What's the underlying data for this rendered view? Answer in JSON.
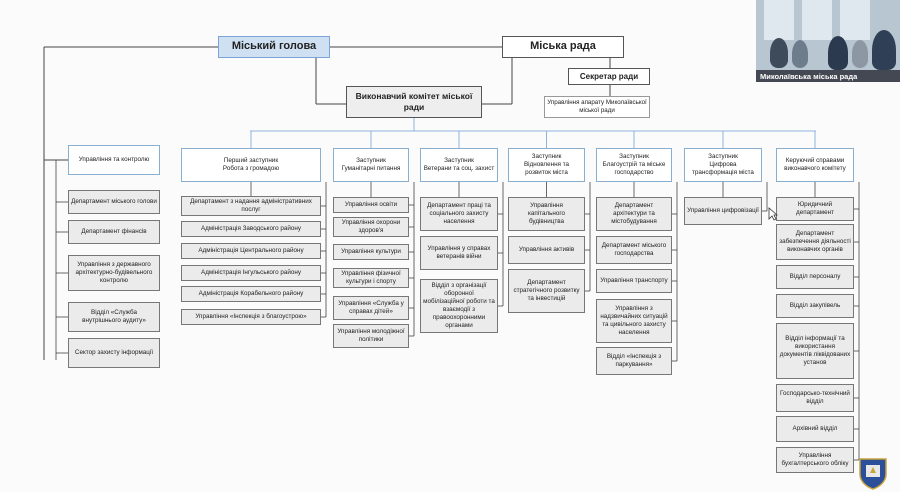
{
  "top": {
    "mayor": "Міський голова",
    "council": "Міська рада",
    "secretary": "Секретар ради",
    "apparatus": "Управління апарату Миколаївської міської ради",
    "executive": "Виконавчий комітет міської ради"
  },
  "left_column": {
    "header": "Управління та контролю",
    "items": [
      "Департамент міського голови",
      "Департамент фінансів",
      "Управління з державного архітектурно-будівельного контролю",
      "Відділ «Служба внутрішнього аудиту»",
      "Сектор захисту інформації"
    ]
  },
  "columns": [
    {
      "header": "Перший заступник\nРобота з громадою",
      "items": [
        "Департамент з надання адміністративних послуг",
        "Адміністрація Заводського району",
        "Адміністрація Центрального району",
        "Адміністрація Інгульського району",
        "Адміністрація Корабельного району",
        "Управління «Інспекція з благоустрою»"
      ]
    },
    {
      "header": "Заступник\nГуманітарні питання",
      "items": [
        "Управління освіти",
        "Управління охорони здоров'я",
        "Управління культури",
        "Управління фізичної культури і спорту",
        "Управління «Служба у справах дітей»",
        "Управління молодіжної політики"
      ]
    },
    {
      "header": "Заступник\nВетерани та соц. захист",
      "items": [
        "Департамент праці та соціального захисту населення",
        "Управління у справах ветеранів війни",
        "Відділ з організації оборонної мобілізаційної роботи та взаємодії з правоохоронними органами"
      ]
    },
    {
      "header": "Заступник\nВідновлення та розвиток міста",
      "items": [
        "Управління капітального будівництва",
        "Управління активів",
        "Департамент стратегічного розвитку та інвестицій"
      ]
    },
    {
      "header": "Заступник\nБлагоустрій та міське господарство",
      "items": [
        "Департамент архітектури та містобудування",
        "Департамент міського господарства",
        "Управління транспорту",
        "Управління з надзвичайних ситуацій та цивільного захисту населення",
        "Відділ «Інспекція з паркування»"
      ]
    },
    {
      "header": "Заступник\nЦифрова трансформація міста",
      "items": [
        "Управління цифровізації"
      ]
    },
    {
      "header": "Керуючий справами виконавчого комітету",
      "items": [
        "Юридичний департамент",
        "Департамент забезпечення діяльності виконавчих органів",
        "Відділ персоналу",
        "Відділ закупівель",
        "Відділ інформації та використання документів ліквідованих установ",
        "Господарсько-технічний відділ",
        "Архівний відділ",
        "Управління бухгалтерського обліку"
      ]
    }
  ],
  "video": {
    "caption": "Миколаївська міська рада"
  },
  "colors": {
    "mayor_fill": "#cfe0f3",
    "header_border": "#8aaed0",
    "connector": "#8fb3d9",
    "line_dark": "#444444"
  }
}
